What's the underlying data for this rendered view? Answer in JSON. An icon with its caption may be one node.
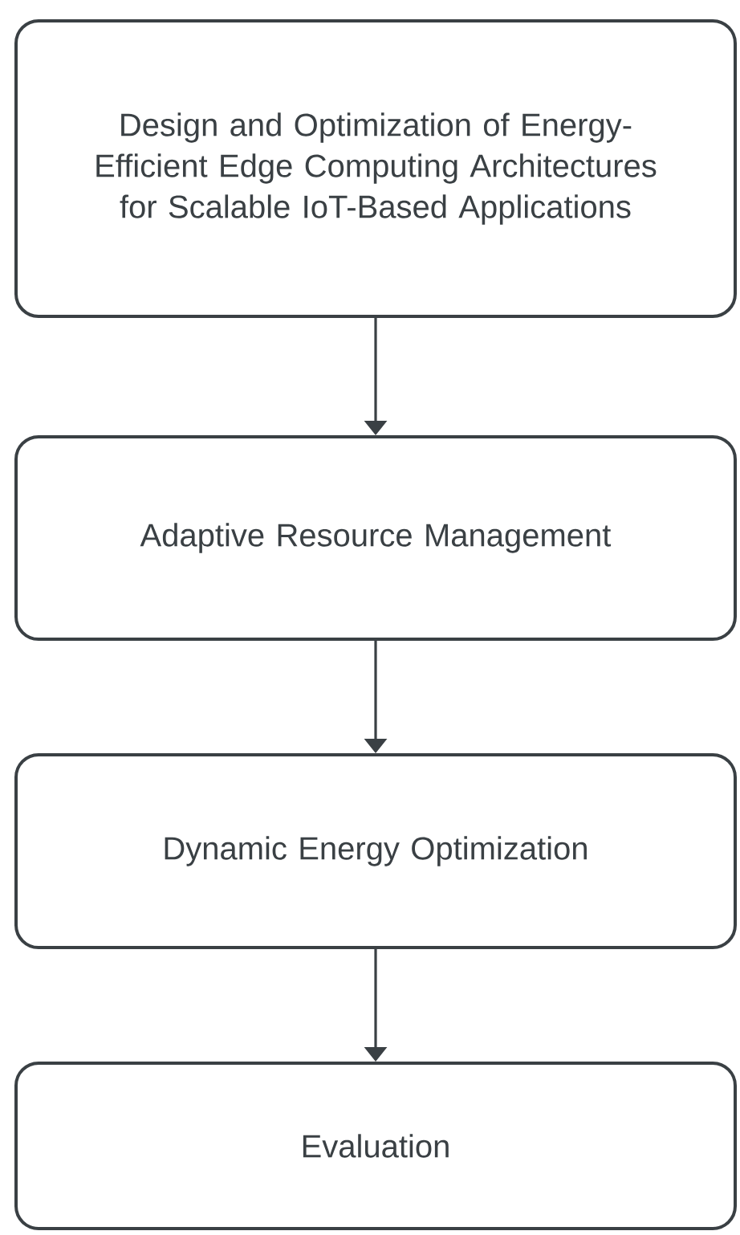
{
  "diagram": {
    "nodes": [
      {
        "text": [
          "Design and Optimization of Energy-Efficient Edge Computing Architectures for Scalable IoT-Based Applications"
        ]
      },
      {
        "text": [
          "Adaptive Resource Management"
        ]
      },
      {
        "text": [
          "Dynamic Energy Optimization"
        ]
      },
      {
        "text": [
          "Evaluation"
        ]
      }
    ],
    "edges": [
      {
        "from": 0,
        "to": 1,
        "arrow": "to"
      },
      {
        "from": 1,
        "to": 2,
        "arrow": "to"
      },
      {
        "from": 2,
        "to": 3,
        "arrow": "to"
      }
    ]
  }
}
